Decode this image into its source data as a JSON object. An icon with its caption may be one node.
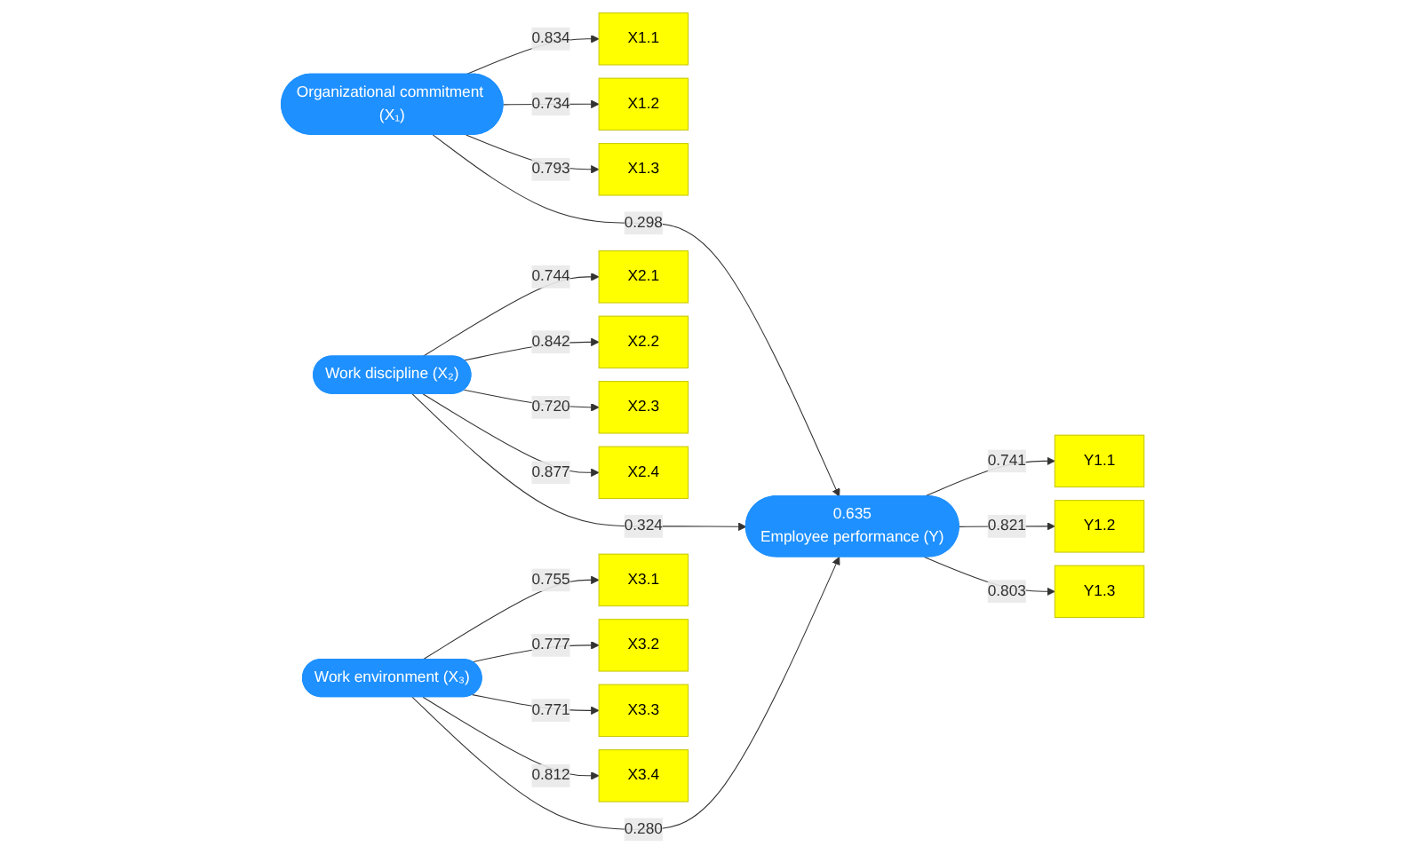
{
  "diagram": {
    "nodes": [
      {
        "text": [
          "X1.1"
        ]
      },
      {
        "text": [
          "X1.2"
        ]
      },
      {
        "text": [
          "X1.3"
        ]
      },
      {
        "text": [
          "Organizational commitment (X₁)"
        ]
      },
      {
        "text": [
          "X2.1"
        ]
      },
      {
        "text": [
          "X2.2"
        ]
      },
      {
        "text": [
          "X2.3"
        ]
      },
      {
        "text": [
          "X2.4"
        ]
      },
      {
        "text": [
          "Work discipline (X₂)"
        ]
      },
      {
        "text": [
          "X3.1"
        ]
      },
      {
        "text": [
          "X3.2"
        ]
      },
      {
        "text": [
          "X3.3"
        ]
      },
      {
        "text": [
          "X3.4"
        ]
      },
      {
        "text": [
          "Work environment (X₃)"
        ]
      },
      {
        "text": [
          "0.635",
          "Employee performance (Y)"
        ]
      },
      {
        "text": [
          "Y1.1"
        ]
      },
      {
        "text": [
          "Y1.2"
        ]
      },
      {
        "text": [
          "Y1.3"
        ]
      }
    ],
    "edges": [
      {
        "from": 3,
        "to": 0,
        "arrow": "to",
        "label": "0.834"
      },
      {
        "from": 3,
        "to": 1,
        "arrow": "to",
        "label": "0.734"
      },
      {
        "from": 3,
        "to": 2,
        "arrow": "to",
        "label": "0.793"
      },
      {
        "from": 8,
        "to": 4,
        "arrow": "to",
        "label": "0.744"
      },
      {
        "from": 8,
        "to": 5,
        "arrow": "to",
        "label": "0.842"
      },
      {
        "from": 8,
        "to": 6,
        "arrow": "to",
        "label": "0.720"
      },
      {
        "from": 8,
        "to": 7,
        "arrow": "to",
        "label": "0.877"
      },
      {
        "from": 13,
        "to": 9,
        "arrow": "to",
        "label": "0.755"
      },
      {
        "from": 13,
        "to": 10,
        "arrow": "to",
        "label": "0.777"
      },
      {
        "from": 13,
        "to": 11,
        "arrow": "to",
        "label": "0.771"
      },
      {
        "from": 13,
        "to": 12,
        "arrow": "to",
        "label": "0.812"
      },
      {
        "from": 3,
        "to": 14,
        "arrow": "to",
        "label": "0.298"
      },
      {
        "from": 8,
        "to": 14,
        "arrow": "to",
        "label": "0.324"
      },
      {
        "from": 13,
        "to": 14,
        "arrow": "to",
        "label": "0.280"
      },
      {
        "from": 14,
        "to": 15,
        "arrow": "to",
        "label": "0.741"
      },
      {
        "from": 14,
        "to": 16,
        "arrow": "to",
        "label": "0.821"
      },
      {
        "from": 14,
        "to": 17,
        "arrow": "to",
        "label": "0.803"
      }
    ]
  }
}
